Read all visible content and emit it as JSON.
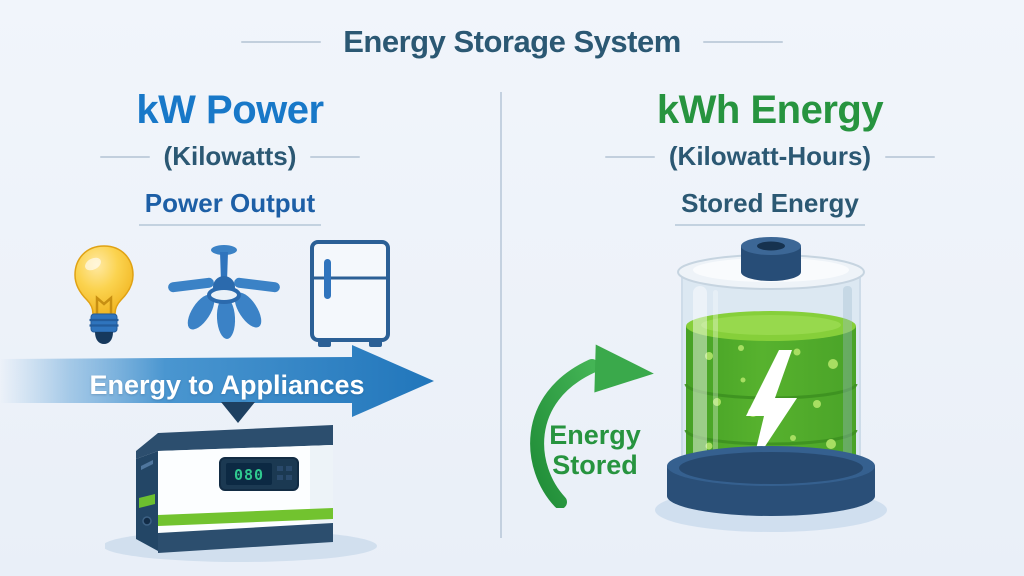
{
  "title": "Energy Storage System",
  "palette": {
    "background": "#edf2f9",
    "navy": "#2b5873",
    "power_blue": "#1878c8",
    "label_blue": "#1d5fa6",
    "energy_green": "#27943f",
    "arrow_blue": "#2176bb",
    "stripe_green": "#72c32f"
  },
  "left_column": {
    "heading": "kW Power",
    "subheading": "(Kilowatts)",
    "section_label": "Power Output",
    "appliance_icons": [
      "lightbulb-icon",
      "ceiling-fan-icon",
      "refrigerator-icon"
    ],
    "flow_arrow_label": "Energy to Appliances",
    "station_display_value": "080"
  },
  "right_column": {
    "heading": "kWh Energy",
    "subheading": "(Kilowatt-Hours)",
    "section_label": "Stored Energy",
    "flow_arrow_lines": [
      "Energy",
      "Stored"
    ]
  }
}
